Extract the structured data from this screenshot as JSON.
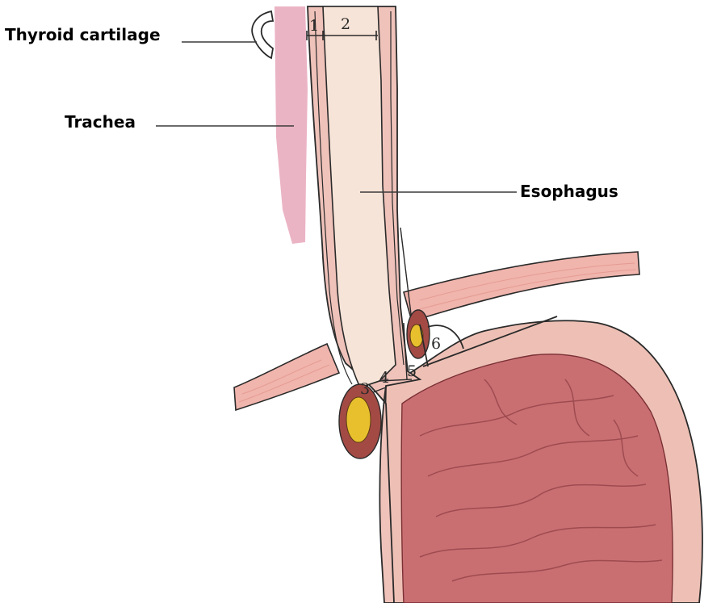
{
  "labels": {
    "thyroid_cartilage": "Thyroid cartilage",
    "trachea": "Trachea",
    "esophagus": "Esophagus"
  },
  "numbers": [
    "1",
    "2",
    "3",
    "4",
    "5",
    "6"
  ],
  "colors": {
    "background": "#ffffff",
    "trachea_fill": "#e7a7bb",
    "esophagus_wall": "#efc2ba",
    "esophagus_lumen": "#f7e4d8",
    "diaphragm": "#f0b5ad",
    "stomach_wall": "#eec0b5",
    "stomach_interior": "#c96f72",
    "vessel_outer": "#a34a45",
    "vessel_inner": "#e8c02e"
  }
}
